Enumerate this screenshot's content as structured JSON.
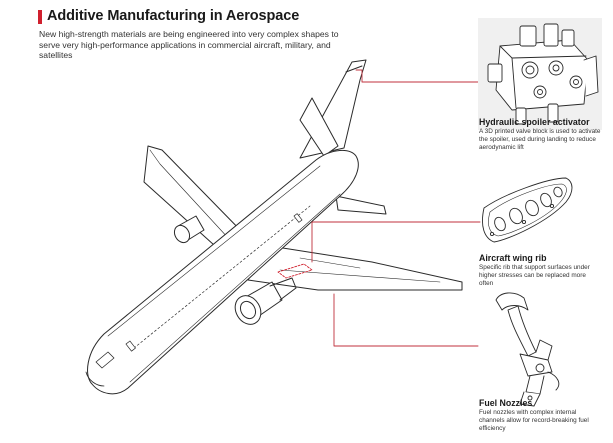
{
  "header": {
    "title": "Additive Manufacturing in Aerospace",
    "subtitle": "New high-strength materials are being engineered into very complex shapes to serve very high-performance applications in commercial aircraft, military, and satellites"
  },
  "callouts": [
    {
      "title": "Hydraulic spoiler activator",
      "description": "A 3D printed valve block is used to activate the spoiler, used during landing to reduce aerodynamic lift"
    },
    {
      "title": "Aircraft wing rib",
      "description": "Specific rib that support surfaces under higher stresses can be replaced more often"
    },
    {
      "title": "Fuel Nozzles",
      "description": "Fuel nozzles with complex internal channels allow for record-breaking fuel efficiency"
    }
  ],
  "colors": {
    "accent": "#d0202e",
    "leader": "#c0303c",
    "line_art": "#2a2a2a"
  }
}
